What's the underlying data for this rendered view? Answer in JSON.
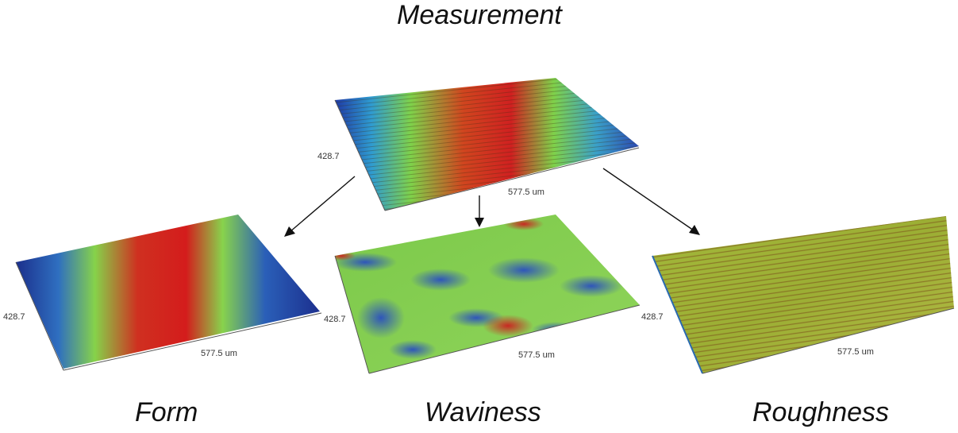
{
  "titles": {
    "measurement": "Measurement",
    "form": "Form",
    "waviness": "Waviness",
    "roughness": "Roughness"
  },
  "surfaces": {
    "measurement": {
      "y_label": "428.7",
      "x_label": "577.5 um"
    },
    "form": {
      "y_label": "428.7",
      "x_label": "577.5 um"
    },
    "waviness": {
      "y_label": "428.7",
      "x_label": "577.5 um"
    },
    "roughness": {
      "y_label": "428.7",
      "x_label": "577.5 um"
    }
  },
  "colors": {
    "low": "#1c3fa8",
    "mid": "#7fd14a",
    "high": "#d11e1e"
  }
}
